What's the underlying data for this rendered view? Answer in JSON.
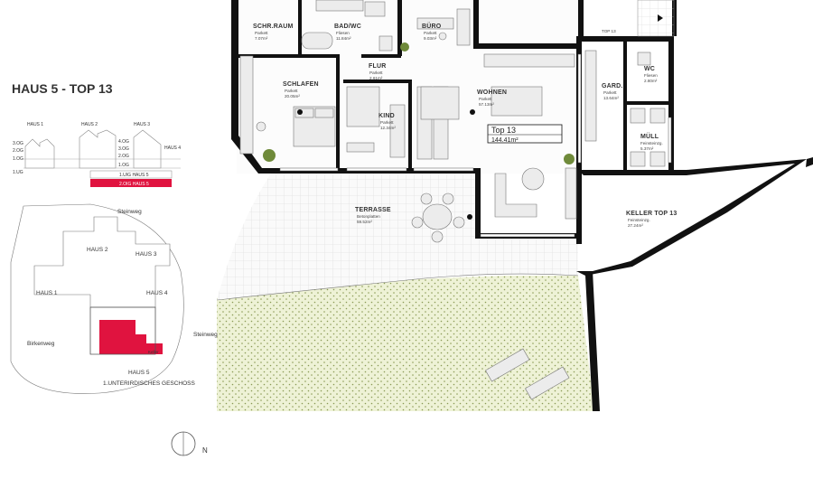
{
  "title": "HAUS 5 - TOP 13",
  "unit_box": {
    "name": "Top 13",
    "area": "144.41m²"
  },
  "rooms": {
    "schrraum": {
      "name": "SCHR.RAUM",
      "floor": "Parkett",
      "area": "7.07m²"
    },
    "badwc": {
      "name": "BAD/WC",
      "floor": "Fliesen",
      "area": "11.84m²"
    },
    "buero": {
      "name": "BÜRO",
      "floor": "Parkett",
      "area": "9.03m²"
    },
    "top13_tag": {
      "name": "TOP 13"
    },
    "flur": {
      "name": "FLUR",
      "floor": "Parkett",
      "area": "2.61m²"
    },
    "schlafen": {
      "name": "SCHLAFEN",
      "floor": "Parkett",
      "area": "20.05m²"
    },
    "kind": {
      "name": "KIND",
      "floor": "Parkett",
      "area": "12.34m²"
    },
    "wohnen": {
      "name": "WOHNEN",
      "floor": "Parkett",
      "area": "57.13m²"
    },
    "gard": {
      "name": "GARD.",
      "floor": "Parkett",
      "area": "13.64m²"
    },
    "wc": {
      "name": "WC",
      "floor": "Fliesen",
      "area": "2.80m²"
    },
    "muell": {
      "name": "MÜLL",
      "floor": "Feinsteinzg.",
      "area": "5.37m²"
    },
    "terrasse": {
      "name": "TERRASSE",
      "floor": "Betonplatten",
      "area": "59.52m²"
    },
    "keller": {
      "name": "KELLER TOP 13",
      "floor": "Feinsteinzg.",
      "area": "27.24m²"
    }
  },
  "section": {
    "houses": [
      "HAUS 1",
      "HAUS 2",
      "HAUS 3",
      "HAUS 4"
    ],
    "levels": [
      "3.OG",
      "2.OG",
      "1.OG",
      "1.UG"
    ],
    "levels_haus2": [
      "4.OG",
      "3.OG",
      "2.OG",
      "1.OG"
    ],
    "row_labels": [
      "1.UIG HAUS 5",
      "2.OIG HAUS 5"
    ]
  },
  "siteplan": {
    "streets": [
      "Steinweg",
      "Birkenweg",
      "Steinweg"
    ],
    "houses": [
      "HAUS 1",
      "HAUS 2",
      "HAUS 3",
      "HAUS 4"
    ],
    "keller_label": "Keller",
    "caption_house": "HAUS 5",
    "caption_level": "1.UNTERIRDISCHES GESCHOSS"
  },
  "north_label": "N",
  "colors": {
    "highlight": "#e0133f",
    "lawn": "#eef2d6",
    "wall": "#111111"
  }
}
